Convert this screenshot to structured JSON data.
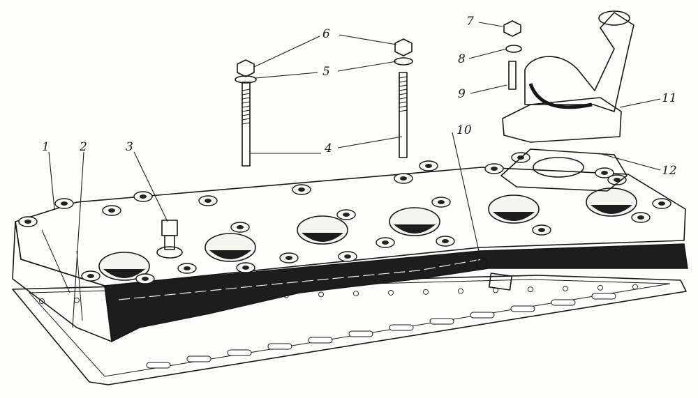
{
  "figure": {
    "callouts": [
      {
        "id": "c1",
        "text": "1"
      },
      {
        "id": "c2",
        "text": "2"
      },
      {
        "id": "c3",
        "text": "3"
      },
      {
        "id": "c4",
        "text": "4"
      },
      {
        "id": "c5",
        "text": "5"
      },
      {
        "id": "c6",
        "text": "6"
      },
      {
        "id": "c7",
        "text": "7"
      },
      {
        "id": "c8",
        "text": "8"
      },
      {
        "id": "c9",
        "text": "9"
      },
      {
        "id": "c10",
        "text": "10"
      },
      {
        "id": "c11",
        "text": "11"
      },
      {
        "id": "c12",
        "text": "12"
      }
    ]
  },
  "colors": {
    "ink": "#161616",
    "paper": "#fdfdfb",
    "shade": "#2a2a2a"
  }
}
